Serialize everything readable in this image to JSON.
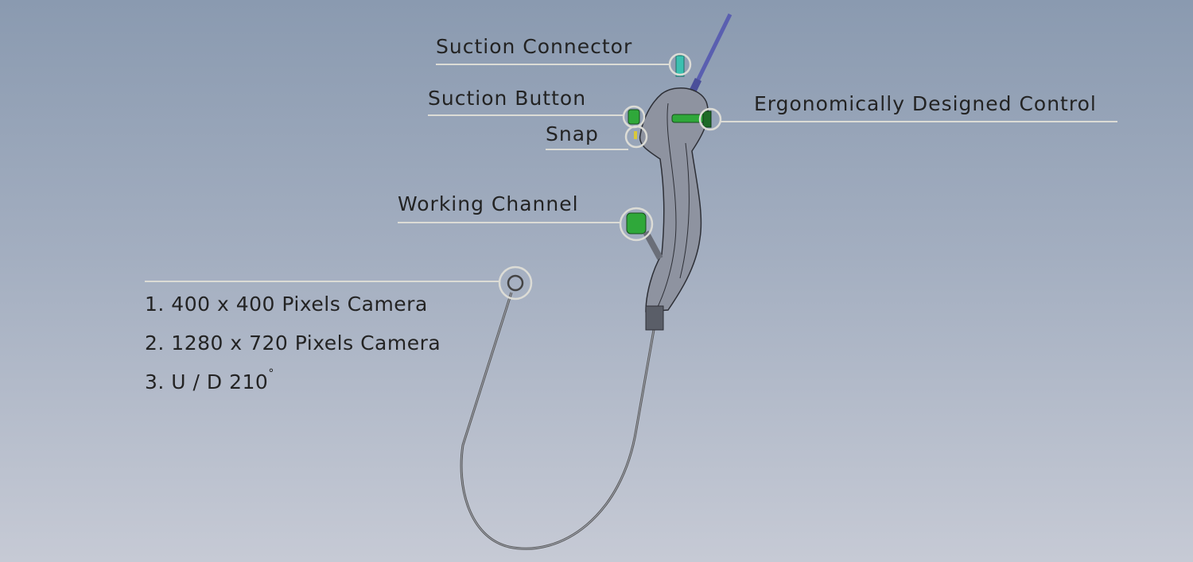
{
  "labels": {
    "suction_connector": "Suction Connector",
    "suction_button": "Suction Button",
    "snap": "Snap",
    "ergonomic_control": "Ergonomically Designed Control",
    "working_channel": "Working Channel"
  },
  "specs": [
    {
      "text": "1. 400 x 400 Pixels Camera"
    },
    {
      "text": "2. 1280 x 720 Pixels Camera"
    },
    {
      "text": "3. U / D 210",
      "suffix": "°"
    }
  ],
  "colors": {
    "accent_green": "#2fa83a",
    "cable_blue": "#5a5fb0",
    "connector_teal": "#3cc0b0",
    "handle_gray": "#8e93a0"
  }
}
